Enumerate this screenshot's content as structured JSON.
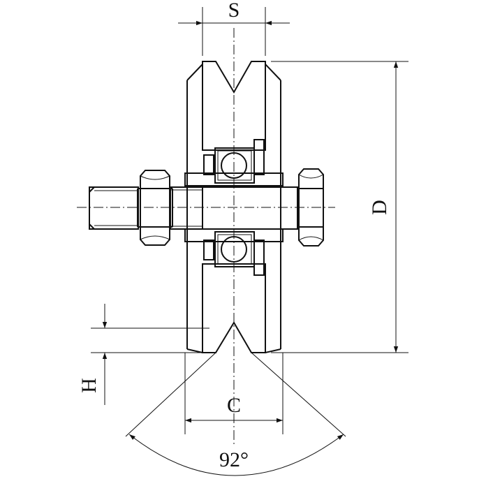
{
  "labels": {
    "s": "S",
    "d": "D",
    "h": "H",
    "c": "C",
    "angle": "92°"
  },
  "colors": {
    "stroke": "#111111",
    "background": "#ffffff"
  }
}
